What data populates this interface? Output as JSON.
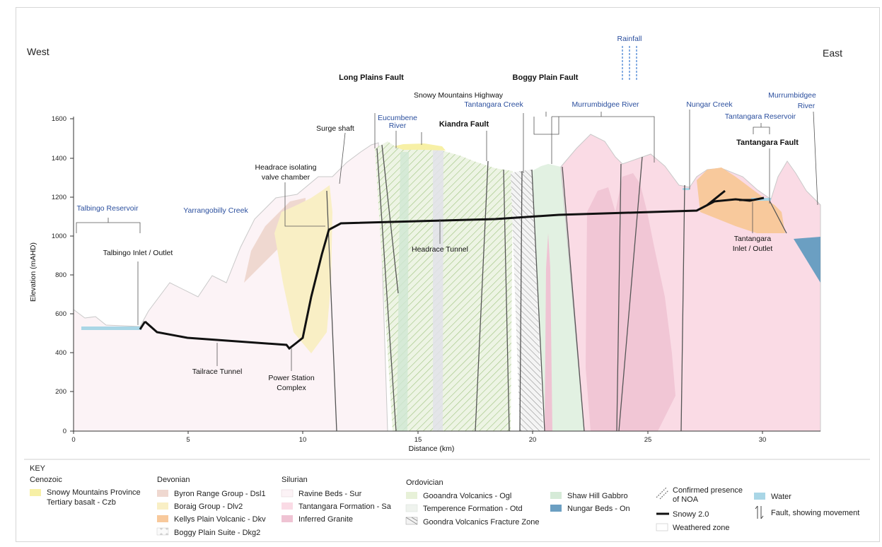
{
  "directions": {
    "west": "West",
    "east": "East"
  },
  "axes": {
    "ylabel": "Elevation (mAHD)",
    "xlabel": "Distance (km)",
    "yticks": [
      "1600",
      "1400",
      "1200",
      "1000",
      "800",
      "600",
      "400",
      "200",
      "0"
    ],
    "xticks": [
      "0",
      "5",
      "10",
      "15",
      "20",
      "25",
      "30"
    ]
  },
  "annotations": {
    "rainfall": "Rainfall",
    "long_plains_fault": "Long Plains Fault",
    "boggy_plain_fault": "Boggy Plain Fault",
    "kiandra_fault": "Kiandra Fault",
    "tantangara_fault": "Tantangara Fault",
    "snowy_mountains_highway": "Snowy Mountains Highway",
    "tantangara_creek": "Tantangara Creek",
    "murrumbidgee_river": "Murrumbidgee River",
    "nungar_creek": "Nungar Creek",
    "murrumbidgee_river_2a": "Murrumbidgee",
    "murrumbidgee_river_2b": "River",
    "tantangara_reservoir": "Tantangara Reservoir",
    "eucumbene_river_a": "Eucumbene",
    "eucumbene_river_b": "River",
    "surge_shaft": "Surge shaft",
    "headrace_isolating_a": "Headrace isolating",
    "headrace_isolating_b": "valve chamber",
    "talbingo_reservoir": "Talbingo Reservoir",
    "yarrangobilly_creek": "Yarrangobilly Creek",
    "talbingo_inlet": "Talbingo Inlet / Outlet",
    "headrace_tunnel": "Headrace Tunnel",
    "tailrace_tunnel": "Tailrace Tunnel",
    "power_station_a": "Power Station",
    "power_station_b": "Complex",
    "tantangara_inlet_a": "Tantangara",
    "tantangara_inlet_b": "Inlet / Outlet"
  },
  "key": {
    "title": "KEY",
    "cenozoic": {
      "heading": "Cenozoic",
      "items": [
        "Snowy Mountains Province",
        "Tertiary basalt - Czb"
      ]
    },
    "devonian": {
      "heading": "Devonian",
      "items": [
        "Byron Range Group - Dsl1",
        "Boraig Group - Dlv2",
        "Kellys Plain Volcanic - Dkv",
        "Boggy Plain Suite - Dkg2"
      ]
    },
    "silurian": {
      "heading": "Silurian",
      "items": [
        "Ravine Beds - Sur",
        "Tantangara Formation - Sa",
        "Inferred Granite"
      ]
    },
    "ordovician": {
      "heading": "Ordovician",
      "items": [
        "Gooandra Volcanics - Ogl",
        "Temperence Formation - Otd",
        "Goondra Volcanics Fracture Zone"
      ]
    },
    "other": {
      "items": [
        "Shaw Hill Gabbro",
        "Nungar Beds - On"
      ]
    },
    "symbols": {
      "noa_a": "Confirmed presence",
      "noa_b": "of NOA",
      "snowy": "Snowy 2.0",
      "weathered": "Weathered zone",
      "water": "Water",
      "fault": "Fault, showing movement"
    }
  },
  "colors": {
    "czb": "#f7f0a6",
    "dsl1": "#efd8d0",
    "dlv2": "#f9efc5",
    "dkv": "#f8c99c",
    "sur": "#fcf5f7",
    "sa": "#fadbe5",
    "granite": "#efc3d3",
    "ogl": "#e7f1d8",
    "otd": "#eff3ee",
    "gabbro": "#d5ead7",
    "nungar": "#6b9fc2",
    "water": "#a9d6e6",
    "tunnel": "#111111",
    "blue_text": "#2b4f9e"
  }
}
